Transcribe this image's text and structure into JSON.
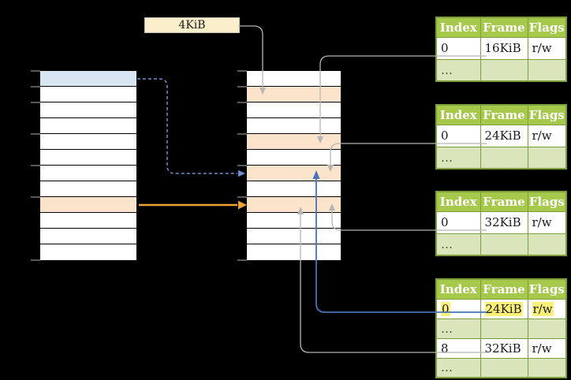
{
  "page_size_label": "4KiB",
  "columns": {
    "left": {
      "rows": [
        "blue",
        "white",
        "white",
        "white",
        "white",
        "white",
        "white",
        "white",
        "orange",
        "white",
        "white",
        "white"
      ]
    },
    "middle": {
      "rows": [
        "white",
        "orange",
        "white",
        "white",
        "orange",
        "white",
        "orange",
        "white",
        "orange",
        "white",
        "white",
        "white"
      ]
    }
  },
  "tables": [
    {
      "name": "page-table-16kib",
      "headers": [
        "Index",
        "Frame",
        "Flags"
      ],
      "rows": [
        {
          "cells": [
            "0",
            "16KiB",
            "r/w"
          ],
          "variant": "data",
          "highlight": false
        },
        {
          "cells": [
            "…",
            "",
            ""
          ],
          "variant": "ellipsis",
          "highlight": false
        }
      ]
    },
    {
      "name": "page-table-24kib",
      "headers": [
        "Index",
        "Frame",
        "Flags"
      ],
      "rows": [
        {
          "cells": [
            "0",
            "24KiB",
            "r/w"
          ],
          "variant": "data",
          "highlight": false
        },
        {
          "cells": [
            "…",
            "",
            ""
          ],
          "variant": "ellipsis",
          "highlight": false
        }
      ]
    },
    {
      "name": "page-table-32kib",
      "headers": [
        "Index",
        "Frame",
        "Flags"
      ],
      "rows": [
        {
          "cells": [
            "0",
            "32KiB",
            "r/w"
          ],
          "variant": "data",
          "highlight": false
        },
        {
          "cells": [
            "…",
            "",
            ""
          ],
          "variant": "ellipsis",
          "highlight": false
        }
      ]
    },
    {
      "name": "page-table-bottom",
      "headers": [
        "Index",
        "Frame",
        "Flags"
      ],
      "rows": [
        {
          "cells": [
            "0",
            "24KiB",
            "r/w"
          ],
          "variant": "data",
          "highlight": true
        },
        {
          "cells": [
            "…",
            "",
            ""
          ],
          "variant": "ellipsis",
          "highlight": false
        },
        {
          "cells": [
            "8",
            "32KiB",
            "r/w"
          ],
          "variant": "data",
          "highlight": false
        },
        {
          "cells": [
            "…",
            "",
            ""
          ],
          "variant": "ellipsis",
          "highlight": false
        }
      ]
    }
  ],
  "colors": {
    "background": "#000000",
    "table_header_bg": "#A6C84B",
    "table_border": "#7E9D3C",
    "table_alt_row_bg": "#DAE5BC",
    "highlight_yellow": "#FBF178",
    "row_blue": "#D8E6F4",
    "row_orange": "#FCE3CC",
    "label_box_bg": "#FBEFCB",
    "connector_gray": "#B5B5B5",
    "connector_blue": "#4A72B8",
    "connector_dashed_blue": "#6E8FC9",
    "connector_orange": "#EDA338",
    "tick_gray": "#8A8A8A"
  }
}
